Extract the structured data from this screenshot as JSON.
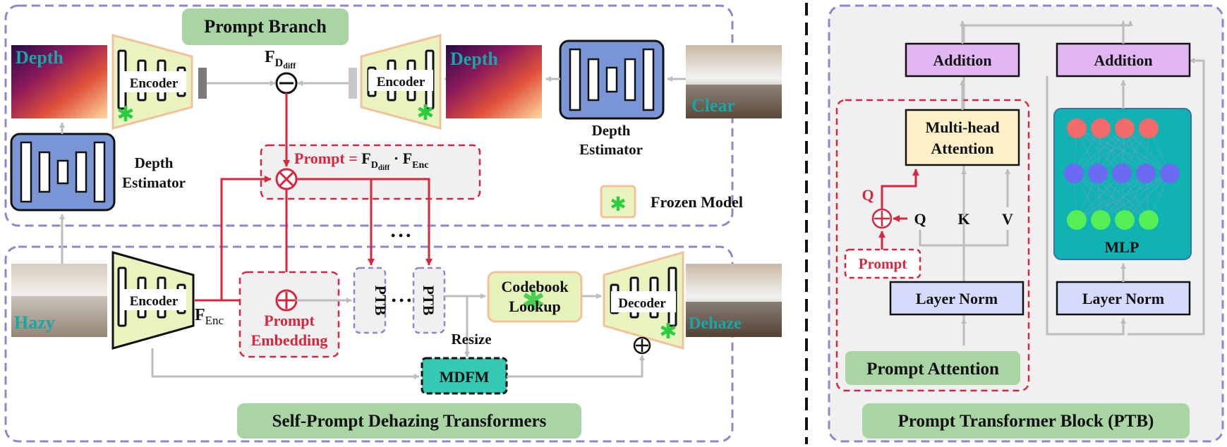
{
  "prompt_branch": {
    "title": "Prompt Branch",
    "depth_label": "Depth",
    "depth_label_right": "Depth",
    "clear_label": "Clear",
    "encoder_left": "Encoder",
    "encoder_right": "Encoder",
    "depth_estimator_left_line1": "Depth",
    "depth_estimator_left_line2": "Estimator",
    "depth_estimator_right_line1": "Depth",
    "depth_estimator_right_line2": "Estimator",
    "f_main": "F",
    "f_sub": "D",
    "f_subsub": "diff",
    "prompt_word": "Prompt",
    "prompt_eq": " = ",
    "prompt_f1_sub": "D",
    "prompt_f1_subsub": "diff",
    "prompt_dot": " · ",
    "prompt_f2_sub": "Enc",
    "frozen_legend": "Frozen Model"
  },
  "dehazing": {
    "title": "Self-Prompt Dehazing Transformers",
    "hazy_label": "Hazy",
    "dehaze_label": "Dehaze",
    "encoder": "Encoder",
    "decoder": "Decoder",
    "f_enc_main": "F",
    "f_enc_sub": "Enc",
    "prompt_embedding_line1": "Prompt",
    "prompt_embedding_line2": "Embedding",
    "ptb1": "PTB",
    "ptb2": "PTB",
    "dots_mid": "• • •",
    "dots_top": "• • •",
    "codebook_line1": "Codebook",
    "codebook_line2": "Lookup",
    "resize": "Resize",
    "mdfm": "MDFM"
  },
  "ptb_panel": {
    "title": "Prompt Transformer Block (PTB)",
    "addition_left": "Addition",
    "addition_right": "Addition",
    "mha_line1": "Multi-head",
    "mha_line2": "Attention",
    "q_red": "Q",
    "q": "Q",
    "k": "K",
    "v": "V",
    "prompt": "Prompt",
    "layer_norm_left": "Layer Norm",
    "layer_norm_right": "Layer Norm",
    "prompt_attention": "Prompt Attention",
    "mlp": "MLP"
  },
  "colors": {
    "dashed_border": "#8f87cc",
    "green_label_bg": "#a9d5a4",
    "red": "#d7263d",
    "encoder_fill": "#e9f3c0",
    "encoder_stroke": "#f2c29a",
    "depth_est_fill": "#7b96d6",
    "addition_fill": "#e1b6f2",
    "mha_fill": "#fdf0c8",
    "layer_norm_fill": "#d6dafc",
    "mlp_bg": "#10b2b2",
    "mdfm_fill": "#35c9b4",
    "codebook_fill": "#e5f2b9",
    "arrow_gray": "#bdbdbd"
  }
}
